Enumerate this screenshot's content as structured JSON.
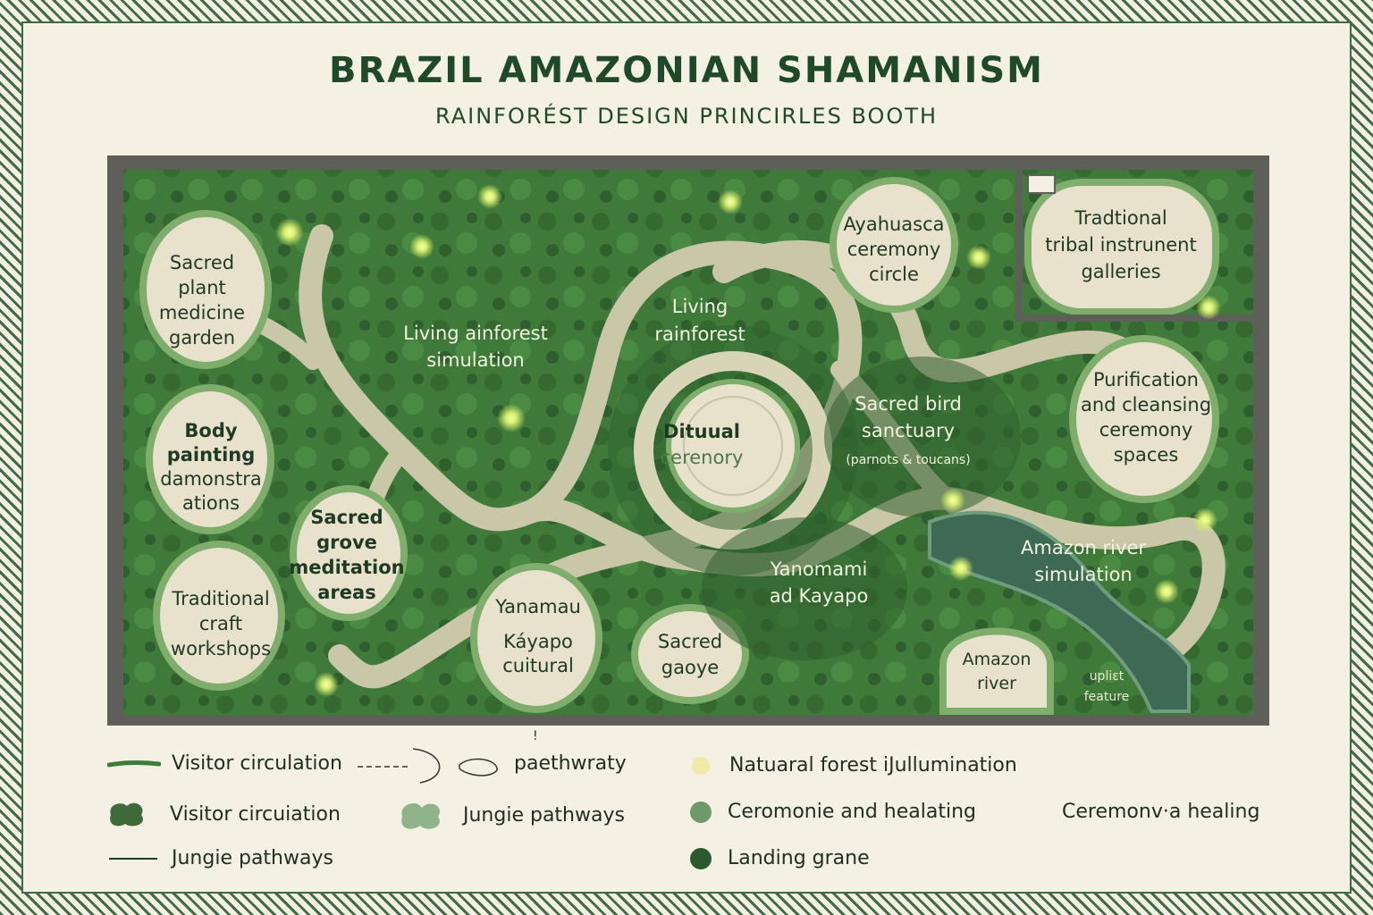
{
  "header": {
    "title": "BRAZIL AMAZONIAN SHAMANISM",
    "subtitle": "RAINFORÉST DESIGN PRINCIRLES BOOTH"
  },
  "zones": {
    "sacred_plant": [
      "Sacred",
      "plant",
      "medicine",
      "garden"
    ],
    "body_painting": [
      "Body",
      "painting",
      "damonstra",
      "ations"
    ],
    "traditional_craft": [
      "Traditional",
      "craft",
      "workshops"
    ],
    "sacred_grove": [
      "Sacred",
      "grove",
      "meditation",
      "areas"
    ],
    "living_ainforest": [
      "Living ainforest",
      "simulation"
    ],
    "living_rainforest": [
      "Living",
      "rainforest"
    ],
    "dituual": [
      "Dituual",
      "cerenory"
    ],
    "yanamau": [
      "Yanamau",
      "Káyapo",
      "cuitural"
    ],
    "sacred_gaoye": [
      "Sacred",
      "gaoye"
    ],
    "ayahuasca": [
      "Ayahuasca",
      "ceremony",
      "circle"
    ],
    "tradtional_tribal": [
      "Tradtional",
      "tribal instrunent",
      "galleries"
    ],
    "sacred_bird": [
      "Sacred bird",
      "sanctuary",
      "(parnots & toucans)"
    ],
    "purification": [
      "Purification",
      "and cleansing",
      "ceremony",
      "spaces"
    ],
    "yanomami": [
      "Yanomami",
      "ad Kayapo"
    ],
    "amazon_river_sim": [
      "Amazon river",
      "simulation"
    ],
    "amazon_river": [
      "Amazon",
      "river"
    ],
    "uplift": [
      "upliɛt",
      "feature"
    ]
  },
  "legend": {
    "row1_line": "Visitor circulation",
    "row1_path": "paethwraty",
    "row1_light": "Natuaral forest iJullumination",
    "row2_blob": "Visitor circuiation",
    "row2_light_blob": "Jungie pathways",
    "row2_circle": "Ceromonie and healating",
    "row2_extra": "Ceremonv·a healing",
    "row3_line": "Jungie pathways",
    "row3_dark": "Landing grane",
    "glyph": "!"
  },
  "colors": {
    "forest": "#3f7a3a",
    "forest_dark": "#2f5f2e",
    "path": "#d8d4b8",
    "zone_fill": "#e8e1cc",
    "zone_ring": "#7fae6c",
    "river": "#3e6a55",
    "light": "#e9f59a",
    "wall": "#5d5f58"
  }
}
